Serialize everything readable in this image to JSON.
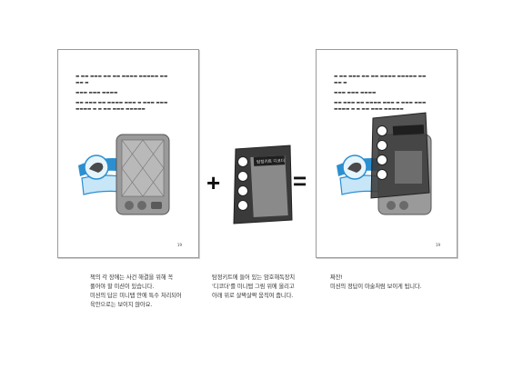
{
  "pages": {
    "left": {
      "page_number": "19"
    },
    "right": {
      "page_number": "19"
    }
  },
  "operators": {
    "plus": "+",
    "equals": "="
  },
  "captions": {
    "left": "책의 각 장에는 사건 해결을 위해 꼭\n풀어야 할 미션이 있습니다.\n미션의 답은 미니탭 안에 특수 처리되어\n육안으로는 보이지 않아요.",
    "middle": "탐정키트에 들어 있는 암호해독장치\n'디코더'를 미니탭 그림 위에 올리고\n아래 위로 살짝살짝 움직여 줍니다.",
    "right": "짜잔!\n미션의 정답이 마술처럼 보이게 됩니다."
  },
  "decoder_label": "탐정키트 디코더",
  "colors": {
    "ribbon_blue": "#2c8fd0",
    "ribbon_light": "#c7e6f7",
    "device_gray": "#8e8e8e",
    "decoder_dark": "#3a3a3a"
  }
}
